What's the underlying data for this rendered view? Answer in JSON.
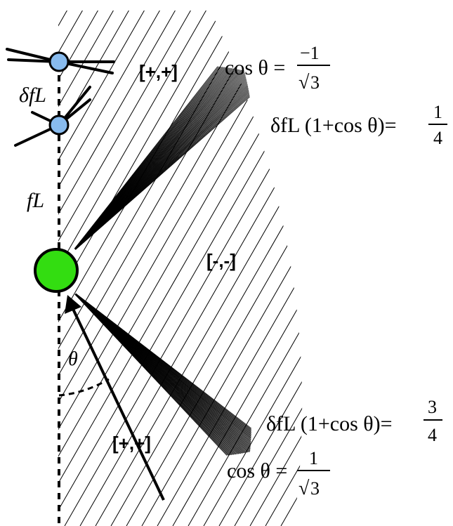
{
  "regions": {
    "upper_plus": "[+,+]",
    "middle_minus": "[-,-]",
    "lower_plus": "[+,+]"
  },
  "side_labels": {
    "delta_fl": "δfL",
    "fl": "fL",
    "theta": "θ"
  },
  "annotations": {
    "cos_top": {
      "lhs": "cos θ =",
      "num": "−1",
      "den_radical": "√",
      "den_value": "3"
    },
    "delta_top": {
      "lhs": "δfL (1+cos θ)=",
      "num": "1",
      "den": "4"
    },
    "delta_bottom": {
      "lhs": "δfL (1+cos θ)=",
      "num": "3",
      "den": "4"
    },
    "cos_bottom": {
      "lhs": "cos θ =",
      "num": "1",
      "den_radical": "√",
      "den_value": "3"
    }
  },
  "colors": {
    "large_circle": "#33dd11",
    "small_circle": "#88bbee",
    "stroke": "#000000",
    "background": "#ffffff"
  }
}
